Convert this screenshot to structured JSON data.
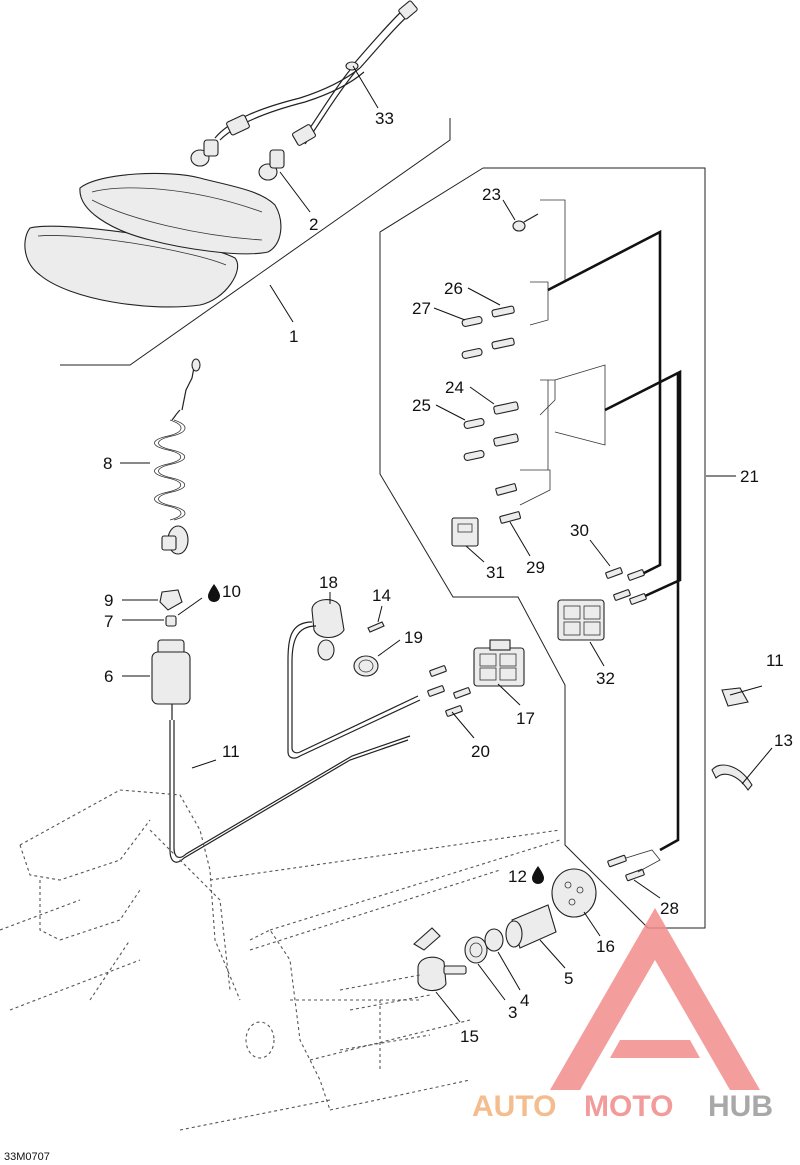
{
  "diagram": {
    "code": "33M0707",
    "callouts": [
      {
        "id": "c33",
        "text": "33"
      },
      {
        "id": "c2",
        "text": "2"
      },
      {
        "id": "c1",
        "text": "1"
      },
      {
        "id": "c8",
        "text": "8"
      },
      {
        "id": "c9",
        "text": "9"
      },
      {
        "id": "c10",
        "text": "10"
      },
      {
        "id": "c7",
        "text": "7"
      },
      {
        "id": "c6",
        "text": "6"
      },
      {
        "id": "c11a",
        "text": "11"
      },
      {
        "id": "c18",
        "text": "18"
      },
      {
        "id": "c14",
        "text": "14"
      },
      {
        "id": "c19",
        "text": "19"
      },
      {
        "id": "c17",
        "text": "17"
      },
      {
        "id": "c20",
        "text": "20"
      },
      {
        "id": "c23",
        "text": "23"
      },
      {
        "id": "c26",
        "text": "26"
      },
      {
        "id": "c27",
        "text": "27"
      },
      {
        "id": "c24",
        "text": "24"
      },
      {
        "id": "c25",
        "text": "25"
      },
      {
        "id": "c21",
        "text": "21"
      },
      {
        "id": "c31",
        "text": "31"
      },
      {
        "id": "c29",
        "text": "29"
      },
      {
        "id": "c30",
        "text": "30"
      },
      {
        "id": "c32",
        "text": "32"
      },
      {
        "id": "c11b",
        "text": "11"
      },
      {
        "id": "c13",
        "text": "13"
      },
      {
        "id": "c12",
        "text": "12"
      },
      {
        "id": "c28",
        "text": "28"
      },
      {
        "id": "c16",
        "text": "16"
      },
      {
        "id": "c5",
        "text": "5"
      },
      {
        "id": "c4",
        "text": "4"
      },
      {
        "id": "c3",
        "text": "3"
      },
      {
        "id": "c15",
        "text": "15"
      }
    ]
  },
  "watermark": {
    "part1": "AUTO",
    "part2": "MOTO",
    "part3": "HUB",
    "colors": {
      "auto": "#f2b27a",
      "moto": "#f08a8a",
      "hub": "#9a9a9a",
      "logo": "#f28c8c"
    }
  }
}
